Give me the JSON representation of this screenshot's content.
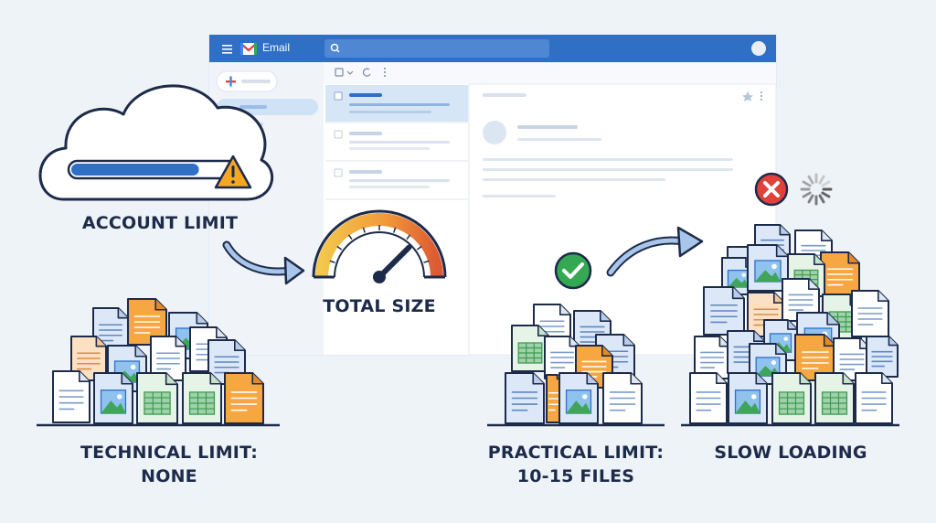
{
  "email_app": {
    "title": "Email",
    "colors": {
      "header": "#2f6fc4",
      "accent": "#2f6fc4",
      "selected_row": "#d6e6f7"
    }
  },
  "labels": {
    "account_limit": "ACCOUNT LIMIT",
    "total_size": "TOTAL SIZE",
    "technical_limit_line1": "TECHNICAL LIMIT:",
    "technical_limit_line2": "NONE",
    "practical_limit_line1": "PRACTICAL LIMIT:",
    "practical_limit_line2": "10-15 FILES",
    "slow_loading": "SLOW LOADING"
  },
  "gauge": {
    "level": 0.75
  },
  "storage_bar": {
    "level": 0.78
  },
  "icons": [
    "cloud-icon",
    "warning-icon",
    "gauge-icon",
    "check-icon",
    "error-icon",
    "loading-spinner-icon",
    "file-stack-icon",
    "arrow-icon"
  ]
}
